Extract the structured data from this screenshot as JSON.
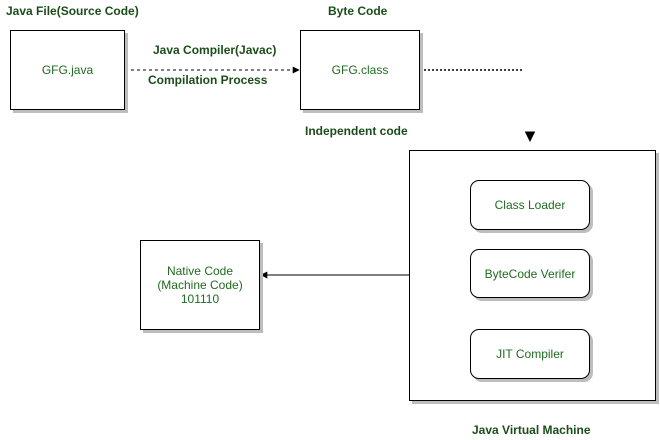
{
  "labels": {
    "java_file": "Java File(Source Code)",
    "byte_code": "Byte Code",
    "java_compiler": "Java Compiler(Javac)",
    "compilation_process": "Compilation Process",
    "independent_code": "Independent code",
    "jvm": "Java Virtual Machine"
  },
  "boxes": {
    "gfg_java": "GFG.java",
    "gfg_class": "GFG.class",
    "class_loader": "Class Loader",
    "bytecode_verifier": "ByteCode Verifer",
    "jit_compiler": "JIT Compiler",
    "native_code": {
      "line1": "Native Code",
      "line2": "(Machine Code)",
      "line3": "101110"
    }
  }
}
